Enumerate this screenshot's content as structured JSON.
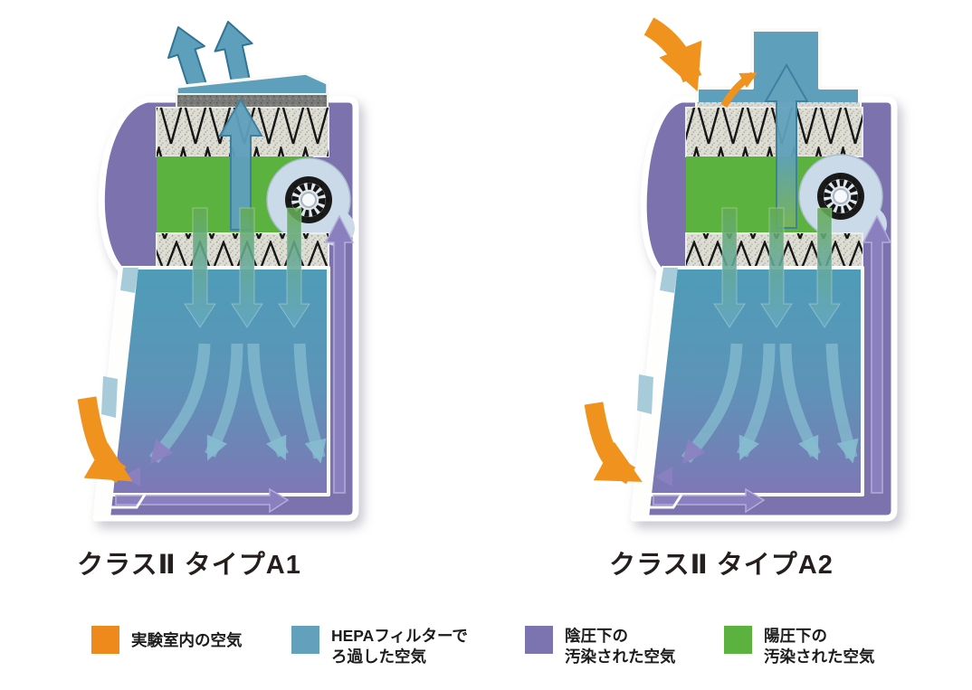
{
  "captions": {
    "a1": "クラスⅡ タイプA1",
    "a2": "クラスⅡ タイプA2"
  },
  "legend": {
    "items": [
      {
        "name": "room-air",
        "line1": "実験室内の空気",
        "line2": "",
        "color": "#EE8A1B"
      },
      {
        "name": "hepa-filtered-air",
        "line1": "HEPAフィルターで",
        "line2": "ろ過した空気",
        "color": "#62A0BC"
      },
      {
        "name": "negative-pressure-contaminated-air",
        "line1": "陰圧下の",
        "line2": "汚染された空気",
        "color": "#7B74B0"
      },
      {
        "name": "positive-pressure-contaminated-air",
        "line1": "陽圧下の",
        "line2": "汚染された空気",
        "color": "#5CB23E"
      }
    ]
  },
  "colors": {
    "room_air_orange": "#F0921E",
    "hepa_filtered_blue": "#5E9FBC",
    "negative_pressure_purple": "#7C73AE",
    "positive_pressure_green": "#5CB23E",
    "filter_gray": "#DEDDD4",
    "chamber_top": "#4E9CB7",
    "chamber_bottom": "#8076B6"
  }
}
